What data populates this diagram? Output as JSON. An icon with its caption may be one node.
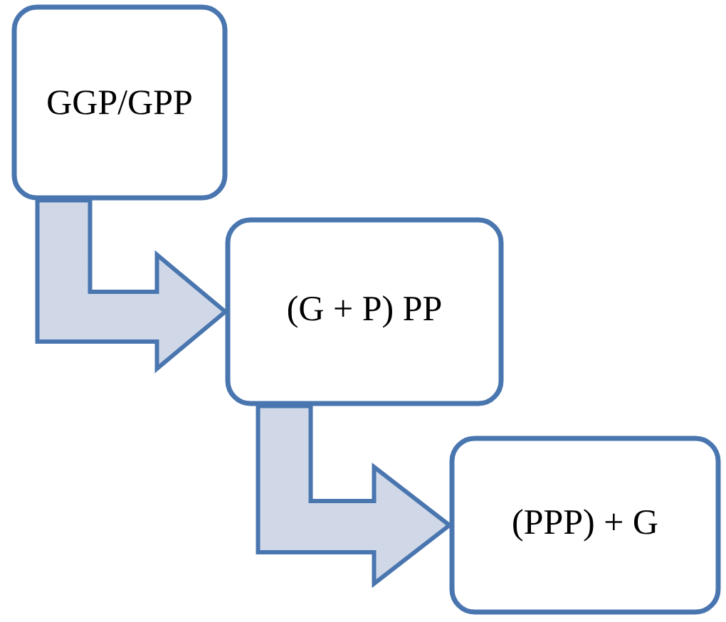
{
  "diagram": {
    "nodes": [
      {
        "text": [
          "GGP/GPP"
        ]
      },
      {
        "text": [
          "(G + P) PP"
        ]
      },
      {
        "text": [
          "(PPP) + G"
        ]
      }
    ],
    "edges": [
      {
        "from": 0,
        "to": 1,
        "arrow": "to"
      },
      {
        "from": 1,
        "to": 2,
        "arrow": "to"
      }
    ]
  }
}
